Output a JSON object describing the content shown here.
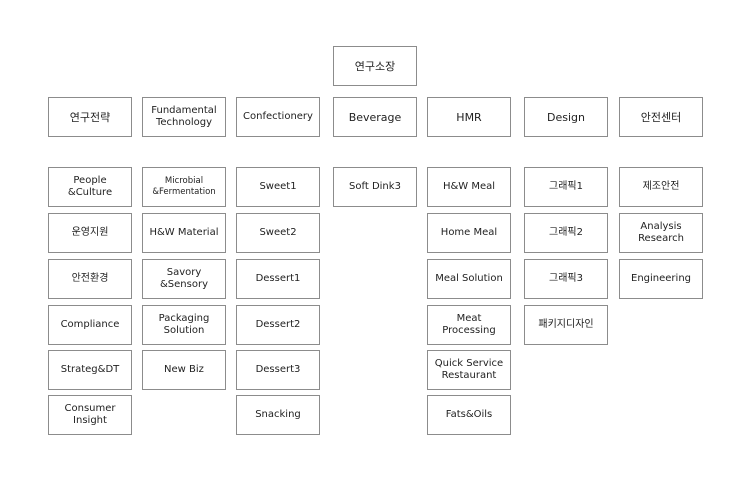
{
  "root": "연구소장",
  "columns": [
    {
      "header": "연구전략",
      "items": [
        "People\n&Culture",
        "운영지원",
        "안전환경",
        "Compliance",
        "Strateg&DT",
        "Consumer\nInsight"
      ]
    },
    {
      "header": "Fundamental\nTechnology",
      "items": [
        "Microbial\n&Fermentation",
        "H&W Material",
        "Savory\n&Sensory",
        "Packaging\nSolution",
        "New Biz"
      ]
    },
    {
      "header": "Confectionery",
      "items": [
        "Sweet1",
        "Sweet2",
        "Dessert1",
        "Dessert2",
        "Dessert3",
        "Snacking"
      ]
    },
    {
      "header": "Beverage",
      "items": [
        "Soft Dink3"
      ]
    },
    {
      "header": "HMR",
      "items": [
        "H&W Meal",
        "Home Meal",
        "Meal Solution",
        "Meat\nProcessing",
        "Quick Service\nRestaurant",
        "Fats&Oils"
      ]
    },
    {
      "header": "Design",
      "items": [
        "그래픽1",
        "그래픽2",
        "그래픽3",
        "패키지디자인"
      ]
    },
    {
      "header": "안전센터",
      "items": [
        "제조안전",
        "Analysis\nResearch",
        "Engineering"
      ]
    }
  ]
}
